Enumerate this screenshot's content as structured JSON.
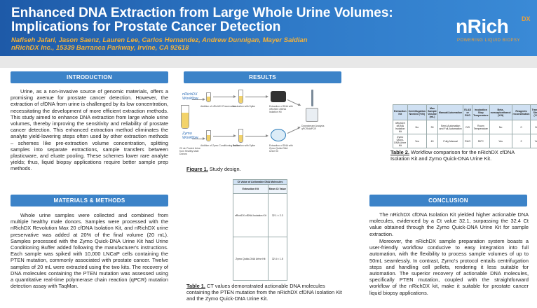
{
  "header": {
    "title": "Enhanced DNA Extraction from Large Whole Urine Volumes: Implications for Prostate Cancer Detection",
    "authors": "Nafiseh Jafari, Jason Saenz, Lauren Lee, Carlos Hernandez, Andrew Dunnigan, Mayer Saidian",
    "affiliation": "nRichDX Inc., 15339 Barranca Parkway, Irvine, CA 92618",
    "logo_main": "nRich",
    "logo_super": "DX",
    "logo_tagline": "POWERING LIQUID BIOPSY"
  },
  "introduction": {
    "heading": "INTRODUCTION",
    "text": "Urine, as a non-invasive source of genomic materials, offers a promising avenue for prostate cancer detection. However, the extraction of cfDNA from urine is challenged by its low concentration, necessitating the development of more efficient extraction methods. This study aimed to enhance DNA extraction from large whole urine volumes, thereby improving the sensitivity and reliability of prostate cancer detection. This enhanced extraction method eliminates the analyte yield-lowering steps often used by other extraction methods – schemes like pre-extraction volume concentration, splitting samples into separate extractions, sample transfers between plasticware, and eluate pooling. These schemes lower rare analyte yields; thus, liquid biopsy applications require better sample prep methods."
  },
  "methods": {
    "heading": "MATERIALS & METHODS",
    "text": "Whole urine samples were collected and combined from multiple healthy male donors. Samples were processed with the nRichDX Revolution Max 20 cfDNA Isolation Kit, and nRichDX urine preservative was added at 20% of the final volume (20 mL). Samples processed with the Zymo Quick-DNA Urine Kit had Urine Conditioning Buffer added following the manufacturer's instructions. Each sample was spiked with 10,000 LNCaP cells containing the PTEN mutation, commonly associated with prostate cancer. Twelve samples of 20 mL were extracted using the two kits. The recovery of DNA molecules containing the PTEN mutation was assessed using a quantitative real-time polymerase chain reaction (qPCR) mutation detection assay with TaqMan."
  },
  "results": {
    "heading": "RESULTS",
    "figure": {
      "label_nrich": "nRichDX Workflow",
      "label_zymo": "Zymo Workflow",
      "urine_label": "20 mL Pooled Urine from Healthy Male Donors",
      "nrich_step1": "Addition of nRichDX Preservative",
      "nrich_step2": "Incubation with Spike",
      "nrich_step3": "Extraction of DNA with nRichDX cfDNA Isolation Kit",
      "zymo_step1": "Addition of Zymo Conditioning Buffer",
      "zymo_step2": "Incubation with Spike",
      "zymo_step3": "Extraction of DNA with Zymo Quick-DNA Urine Kit",
      "final_step": "Downstream Analysis qPCR/ddPCR",
      "caption_label": "Figure 1.",
      "caption_text": " Study design."
    },
    "table1": {
      "title": "Ct Value of Actionable DNA Molecules",
      "columns": [
        "Extraction Kit",
        "Mean Ct Value"
      ],
      "rows": [
        [
          "nRichDX cfDNA Isolation Kit",
          "32.1 ± 2.3"
        ],
        [
          "Zymo Quick-DNA Urine Kit",
          "32.4 ± 1.5"
        ]
      ],
      "caption_label": "Table 1.",
      "caption_text": " CT values demonstrated actionable DNA molecules containing the PTEN mutation from the nRichDX cfDNA Isolation Kit and the Zymo Quick-DNA Urine Kit."
    },
    "table2": {
      "columns": [
        "Extraction Kit",
        "Centrifugation Needed (Y/N)",
        "Max Sample Volume (mL)",
        "Manual/Automation",
        "ELAD or RUO",
        "Incubation Step Temperature",
        "Beta-mercaptoethanol (Y/N)",
        "Reagents reconstitution",
        "Transfer Steps (Y/N)"
      ],
      "rows": [
        [
          "nRichDX cfDNA Isolation Kit",
          "No",
          "30",
          "Semi-Automation and Full-Automation",
          "IVD",
          "Room Temperature",
          "No",
          "0",
          "No"
        ],
        [
          "Zymo Quick-DNA Urine Kit",
          "Yes",
          "40",
          "Fully Manual",
          "RUO",
          "55°C",
          "Yes",
          "2",
          "Yes"
        ]
      ],
      "caption_label": "Table 2.",
      "caption_text": " Workflow comparison for the nRichDX cfDNA Isolation Kit and Zymo Quick-DNA Urine Kit."
    }
  },
  "conclusion": {
    "heading": "CONCLUSION",
    "p1": "The nRichDX cfDNA Isolation Kit yielded higher actionable DNA molecules, evidenced by a Ct value 32.1, surpassing the 32.4 Ct value obtained through the Zymo Quick-DNA Urine Kit for sample extraction.",
    "p2": "Moreover, the nRichDX sample preparation system boasts a user-friendly workflow conducive to easy integration into full automation, with the flexibility to process sample volumes of up to 50mL seamlessly. In contrast, Zymo's protocol entails centrifugation steps and handling cell pellets, rendering it less suitable for automation. The superior recovery of actionable DNA molecules, specifically PTEN mutation, coupled with the straightforward workflow of the nRichDX kit, make it suitable for prostate cancer liquid biopsy applications."
  }
}
